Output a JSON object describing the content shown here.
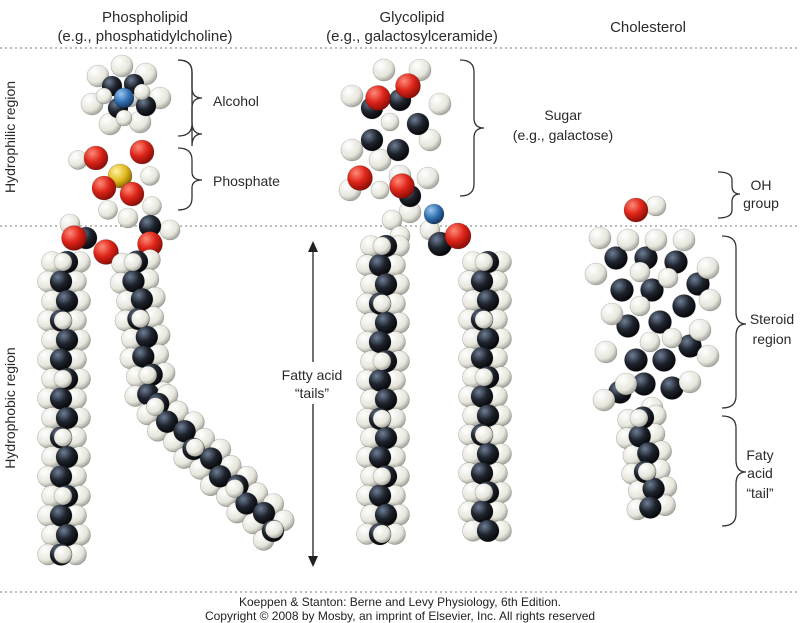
{
  "headers": {
    "phospholipid": {
      "line1": "Phospholipid",
      "line2": "(e.g., phosphatidylcholine)"
    },
    "glycolipid": {
      "line1": "Glycolipid",
      "line2": "(e.g., galactosylceramide)"
    },
    "cholesterol": {
      "line1": "Cholesterol"
    }
  },
  "regions": {
    "hydrophilic": "Hydrophilic region",
    "hydrophobic": "Hydrophobic region"
  },
  "labels": {
    "alcohol": "Alcohol",
    "phosphate": "Phosphate",
    "fatty_acid_tails": {
      "line1": "Fatty acid",
      "line2": "“tails”"
    },
    "sugar": {
      "line1": "Sugar",
      "line2": "(e.g., galactose)"
    },
    "oh_group": {
      "line1": "OH",
      "line2": "group"
    },
    "steroid_region": {
      "line1": "Steroid",
      "line2": "region"
    },
    "faty_acid_tail": {
      "line1": "Faty",
      "line2": "acid",
      "line3": "“tail”"
    }
  },
  "credit": {
    "line1": "Koeppen & Stanton: Berne and Levy Physiology, 6th Edition.",
    "line2": "Copyright © 2008 by Mosby, an imprint of Elsevier, Inc. All rights reserved"
  },
  "atom_colors": {
    "hydrogen": "#eeeee4",
    "carbon": "#1b1f26",
    "oxygen": "#dd2418",
    "nitrogen": "#2f6eb0",
    "phosphorus": "#e0b81c"
  }
}
